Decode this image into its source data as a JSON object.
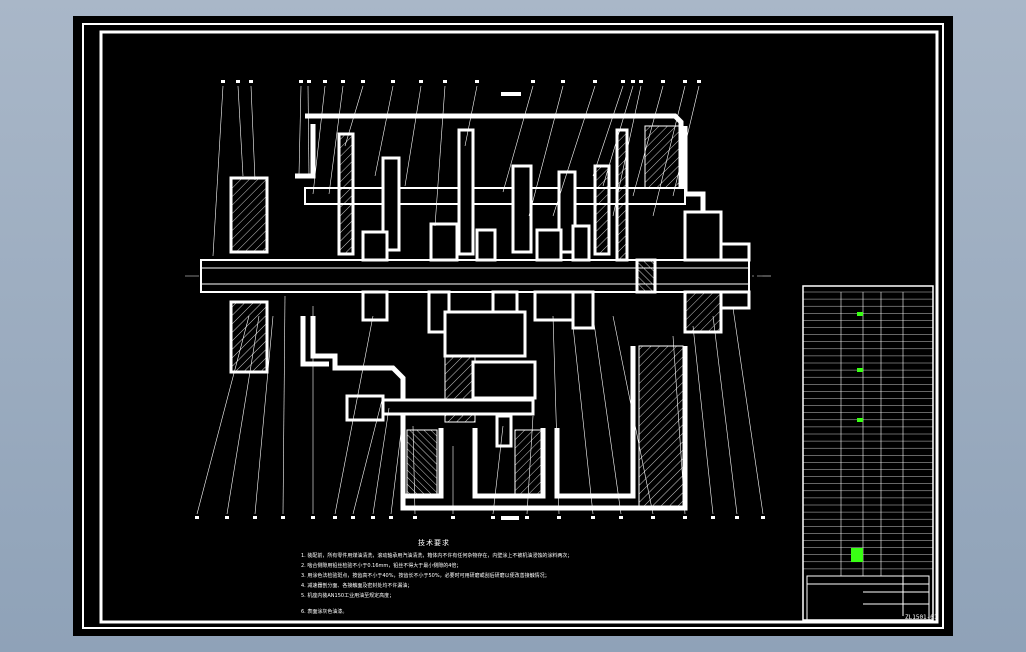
{
  "drawing": {
    "notes_title": "技术要求",
    "notes": [
      "1. 装配前，所有零件用煤油清洗，滚动轴承用汽油清洗，箱体内不许有任何杂物存在，内壁涂上不被机油浸蚀的涂料两次；",
      "2. 啮合侧隙用铅丝检验不小于0.16mm，铅丝不得大于最小侧隙的4倍；",
      "3. 用涂色法检验斑点，按齿高不小于40%，按齿长不小于50%，必要时可用研磨或刮后研磨以便改善接触情况；",
      "4. 减速器剖分面、各接触面及密封处均不许漏油；",
      "5. 机座内装AN150工业用油至规定高度；",
      "6. 表面涂灰色油漆。"
    ],
    "drawing_number": "ZL1501-01"
  },
  "colors": {
    "background": "#000000",
    "line": "#ffffff",
    "highlight": "#39ff14"
  }
}
